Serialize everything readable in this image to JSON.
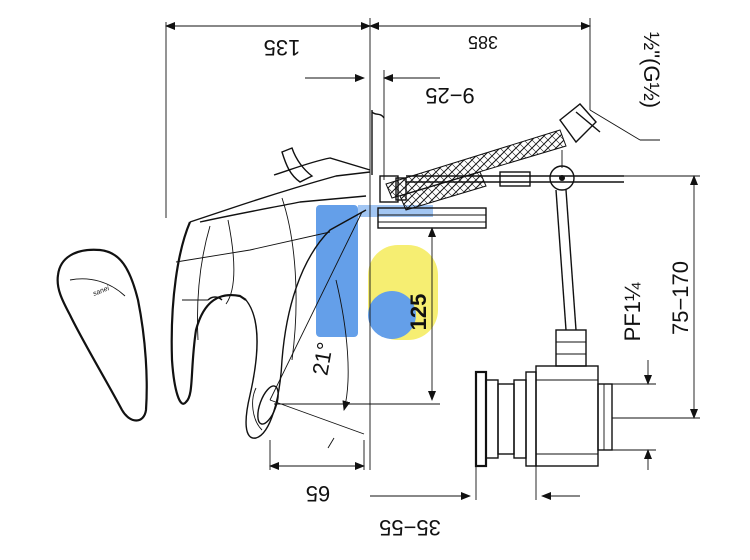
{
  "dimensions": {
    "d135": "135",
    "d385": "385",
    "d9_25": "9−25",
    "d_half_g": "½\"(G½)",
    "d125": "125",
    "d75_170": "75−170",
    "d_pf": "PF1¼",
    "d21": "21°",
    "d65": "65",
    "d35_55": "35−55"
  },
  "brand_mark": "sanei",
  "watermark": {
    "colors": {
      "blue": "#4a8fe6",
      "yellow": "#f5ec5a"
    }
  }
}
